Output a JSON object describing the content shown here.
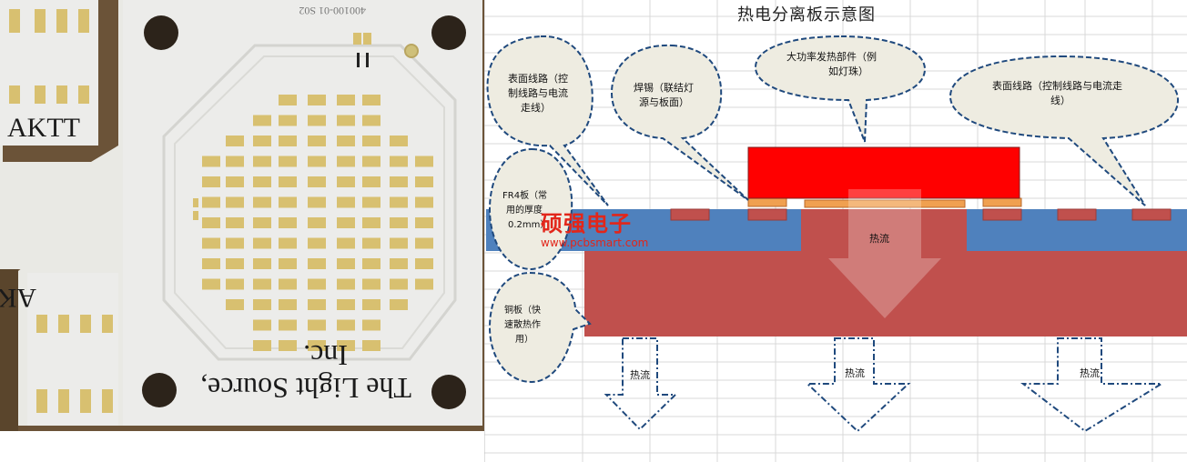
{
  "photo": {
    "board_label_top": "AKTT",
    "board_label_bottom": "AKTT",
    "silkscreen_line1": "The Light Source,",
    "silkscreen_line2": "Inc.",
    "part_number": "400100-01   S02"
  },
  "diagram": {
    "title": "热电分离板示意图",
    "callouts": {
      "surface_circuit_left": [
        "表面线路（控",
        "制线路与电流",
        "走线）"
      ],
      "solder": [
        "焊锡（联结灯",
        "源与板面）"
      ],
      "high_power_part": [
        "大功率发热部件（例",
        "如灯珠）"
      ],
      "surface_circuit_right": [
        "表面线路（控制线路与电流走",
        "线）"
      ],
      "fr4": [
        "FR4板（常",
        "用的厚度",
        "0.2mm）"
      ],
      "copper": [
        "铜板（快",
        "速散热作",
        "用）"
      ]
    },
    "heat_flow_center": "热流",
    "heat_flow_arrows": [
      "热流",
      "热流",
      "热流"
    ],
    "watermark_cn": "硕强电子",
    "watermark_url": "www.pcbsmart.com",
    "colors": {
      "component": "#ff0000",
      "solder": "#f0a050",
      "fr4": "#4f81bd",
      "copper": "#c0504d",
      "callout_fill": "#eeece1",
      "callout_border": "#1f497d"
    }
  }
}
